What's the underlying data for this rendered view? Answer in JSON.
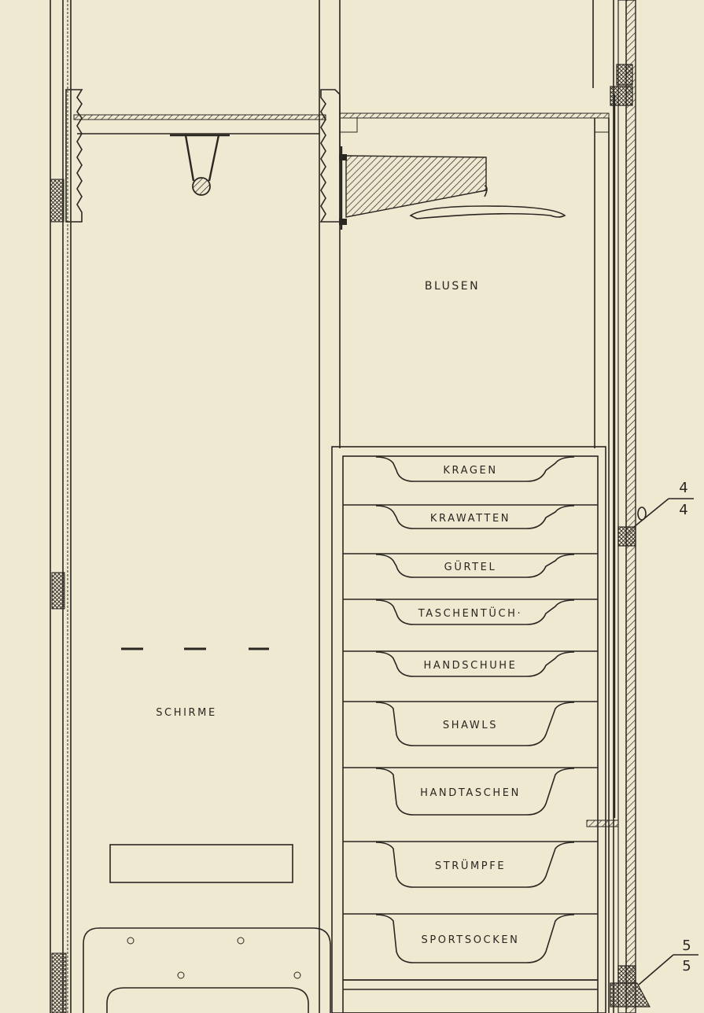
{
  "labels": {
    "blusen": "BLUSEN",
    "schirme": "SCHIRME"
  },
  "drawers": [
    "KRAGEN",
    "KRAWATTEN",
    "GÜRTEL",
    "TASCHENTÜCH·",
    "HANDSCHUHE",
    "SHAWLS",
    "HANDTASCHEN",
    "STRÜMPFE",
    "SPORTSOCKEN"
  ],
  "section_marks": {
    "upper": {
      "numerator": "4",
      "denominator": "4"
    },
    "lower": {
      "numerator": "5",
      "denominator": "5"
    }
  },
  "colors": {
    "paper": "#efe9d2",
    "ink": "#2a2621"
  }
}
